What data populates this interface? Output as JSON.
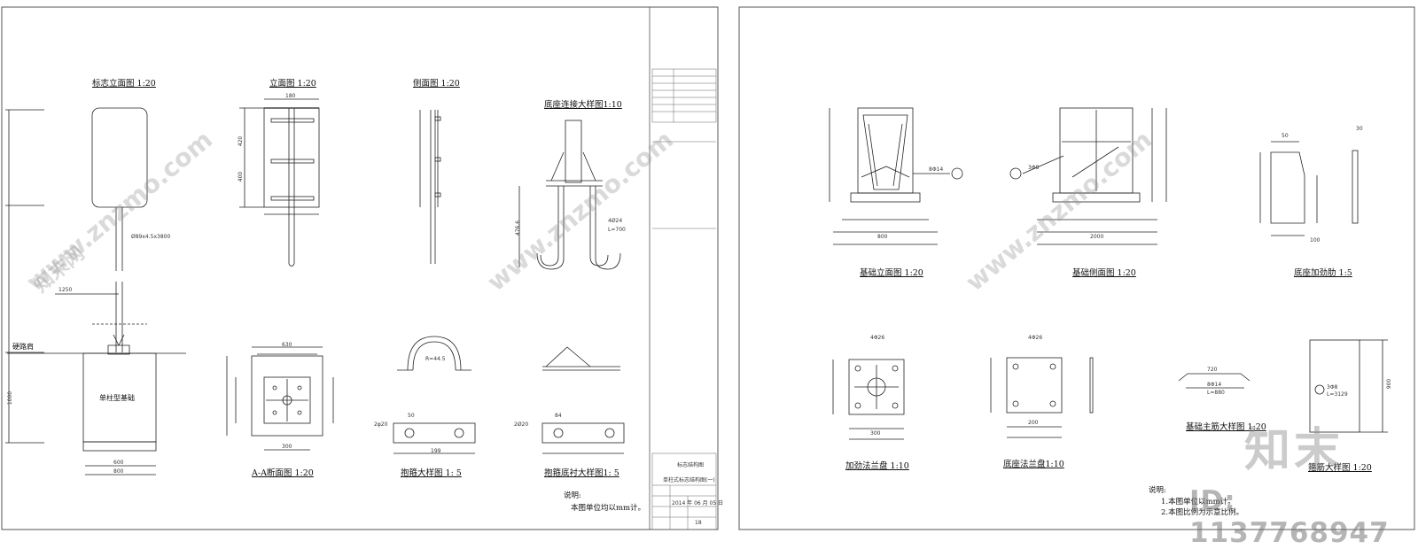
{
  "sheet1": {
    "titles": {
      "sign_elevation": "标志立面图 1:20",
      "elevation": "立面图 1:20",
      "side": "侧面图 1:20",
      "base_detail": "底座连接大样图1:10",
      "section_aa": "A-A断面图 1:20",
      "hoop_detail": "抱箍大样图 1: 5",
      "hoop_liner_detail": "抱箍底衬大样图1: 5"
    },
    "annotations": {
      "hard_shoulder": "硬路肩",
      "foundation": "单柱型基础",
      "pipe_spec": "Ø89x4.5x3800",
      "bolt_spec": "4Ø24",
      "bolt_len": "L=700",
      "dim_800": "800",
      "dim_600": "600",
      "dim_1000": "1000",
      "dim_630": "630",
      "dim_300": "300",
      "dim_400": "400",
      "dim_420": "420",
      "dim_476": "476.6",
      "dim_1250": "1250",
      "dim_180": "180",
      "dim_r": "R=44.5",
      "dim_2p20": "2φ20",
      "dim_2p20b": "2Ø20",
      "dim_199": "199",
      "dim_50": "50",
      "dim_84": "84"
    },
    "notes_title": "说明:",
    "notes_body": "本图单位均以mm计。",
    "title_block": {
      "project": "标志结构图",
      "drawing": "单柱式标志结构图(一)",
      "date": "2014 年 06 月 05 日",
      "sheet": "18"
    }
  },
  "sheet2": {
    "titles": {
      "fdn_elevation": "基础立面图 1:20",
      "fdn_side": "基础侧面图 1:20",
      "rib": "底座加劲肋 1:5",
      "stiff_flange": "加劲法兰盘 1:10",
      "base_flange": "底座法兰盘1:10",
      "main_bar": "基础主筋大样图 1:20",
      "stirrup": "箍筋大样图 1:20"
    },
    "annotations": {
      "rebar_a": "8Φ14",
      "rebar_b": "3Φ8",
      "holes": "4Φ26",
      "holes2": "4Φ26",
      "bar_len": "720",
      "bar_spec": "8Φ14",
      "bar_l": "L=880",
      "stir_spec": "3Φ8",
      "stir_l": "L=3129",
      "d800": "800",
      "d2000": "2000",
      "d300": "300",
      "d200": "200",
      "d900": "900",
      "d100": "100",
      "d50": "50",
      "d30": "30"
    },
    "notes_title": "说明:",
    "notes_1": "1.本图单位以mm计。",
    "notes_2": "2.本图比例为示意比例。"
  },
  "watermark": {
    "url": "www.znzmo.com",
    "brand": "知末",
    "site": "知末网",
    "id": "ID: 1137768947"
  }
}
